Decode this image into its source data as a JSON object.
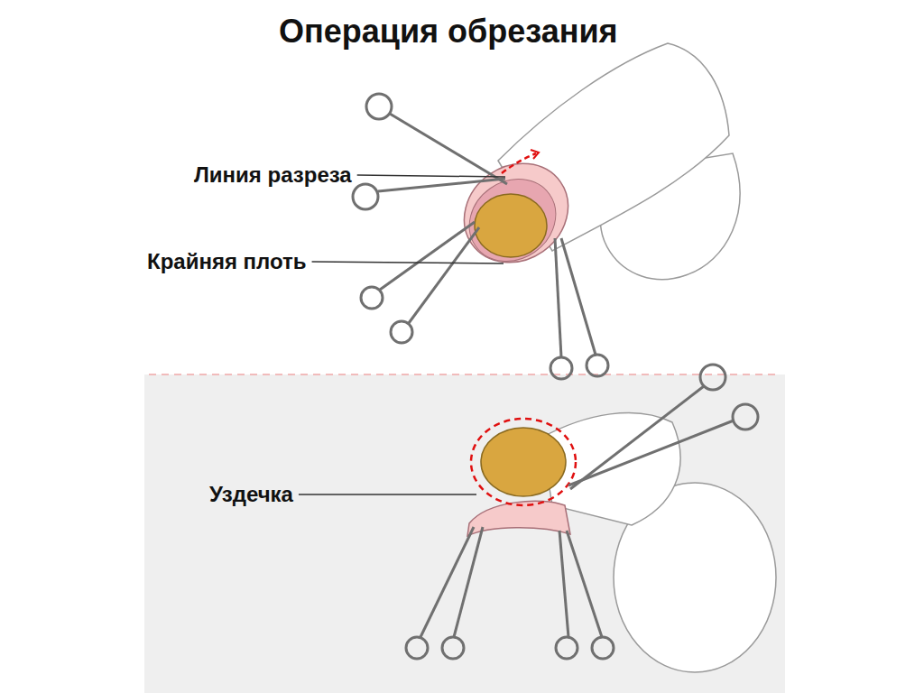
{
  "diagram": {
    "title": "Операция обрезания",
    "labels": [
      "Линия разреза",
      "Крайняя плоть",
      "Уздечка"
    ]
  }
}
